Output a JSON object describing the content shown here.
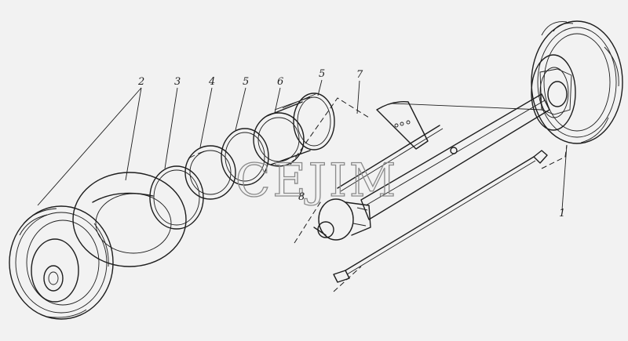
{
  "watermark": "CEJIM",
  "callouts": [
    {
      "id": "c1",
      "text": "1"
    },
    {
      "id": "c2",
      "text": "2"
    },
    {
      "id": "c3",
      "text": "3"
    },
    {
      "id": "c4",
      "text": "4"
    },
    {
      "id": "c5a",
      "text": "5"
    },
    {
      "id": "c6",
      "text": "6"
    },
    {
      "id": "c5b",
      "text": "5"
    },
    {
      "id": "c7",
      "text": "7"
    },
    {
      "id": "c8",
      "text": "8"
    }
  ]
}
